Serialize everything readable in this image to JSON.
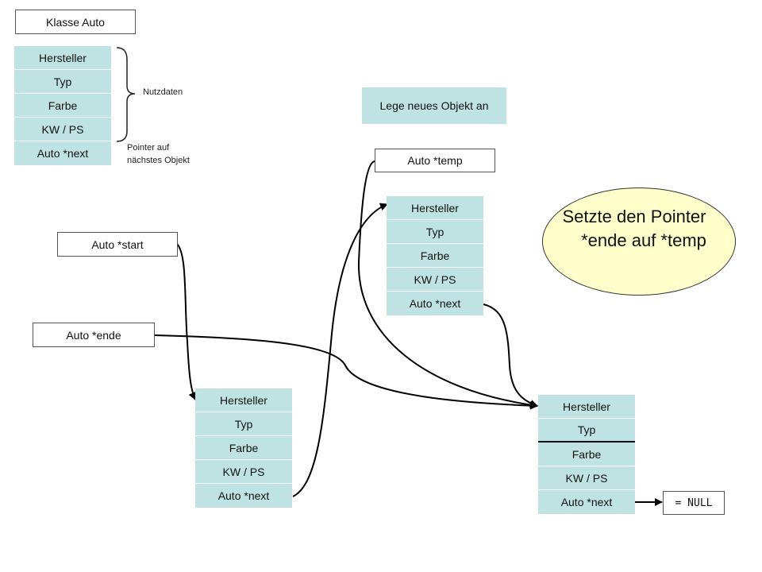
{
  "class_title": "Klasse Auto",
  "fields": [
    "Hersteller",
    "Typ",
    "Farbe",
    "KW / PS",
    "Auto *next"
  ],
  "nutzdaten_label": "Nutzdaten",
  "pointer_label_1": "Pointer auf",
  "pointer_label_2": "nächstes Objekt",
  "action_label": "Lege neues Objekt an",
  "temp_label": "Auto *temp",
  "start_label": "Auto *start",
  "ende_label": "Auto *ende",
  "null_label": "= NULL",
  "callout_line1": "Setzte den Pointer",
  "callout_line2": "*ende auf *temp",
  "colors": {
    "node_fill": "#bfe3e3",
    "action_fill": "#bfe3e3",
    "callout_fill": "#ffffcc",
    "line": "#000000"
  }
}
